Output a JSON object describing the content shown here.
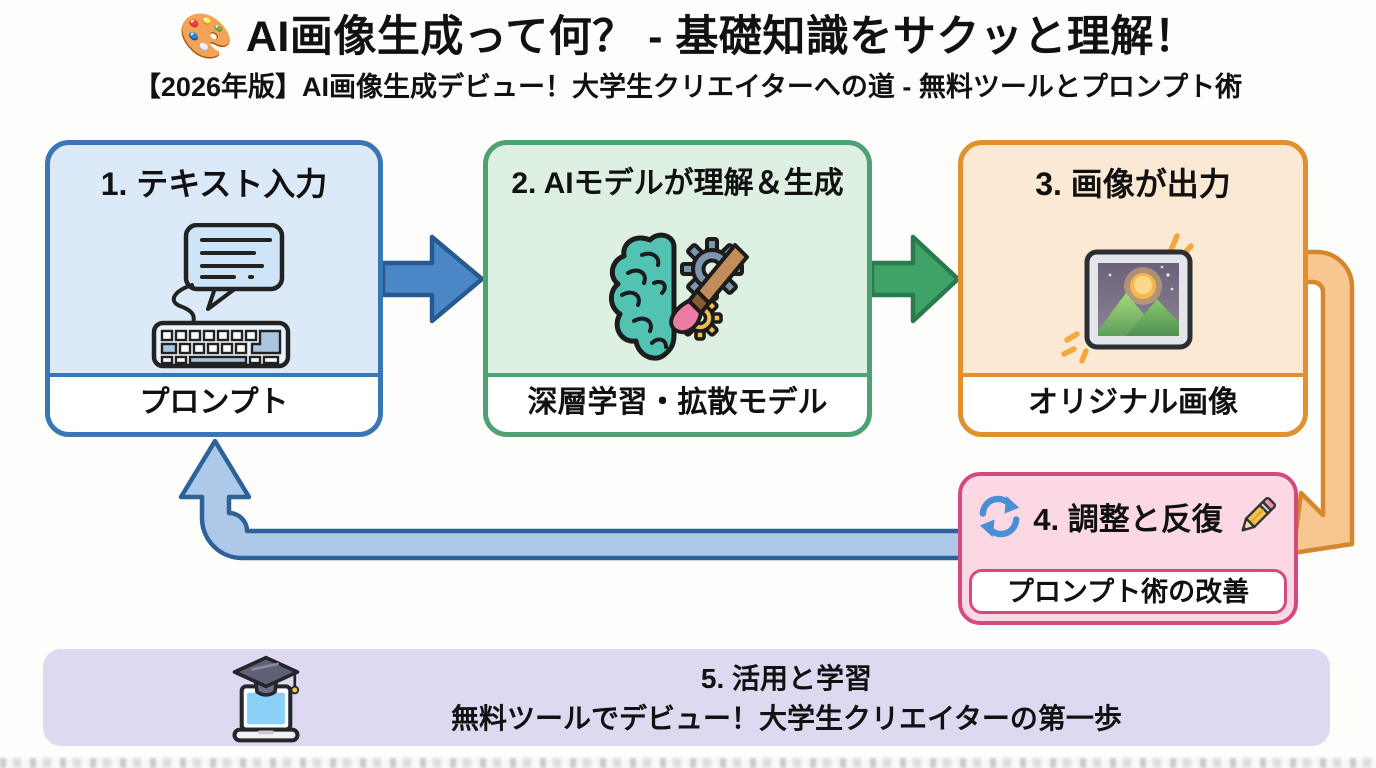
{
  "title": {
    "emoji": "🎨",
    "text": "AI画像生成って何？ - 基礎知識をサクッと理解！"
  },
  "subtitle": "【2026年版】AI画像生成デビュー！大学生クリエイターへの道 - 無料ツールとプロンプト術",
  "steps": [
    {
      "header": "1. テキスト入力",
      "label": "プロンプト",
      "icon": "keyboard-chat-icon",
      "fill": "#dce9f8",
      "border": "#3a76b4"
    },
    {
      "header": "2. AIモデルが理解＆生成",
      "label": "深層学習・拡散モデル",
      "icon": "brain-gears-brush-icon",
      "fill": "#def0e1",
      "border": "#4da173"
    },
    {
      "header": "3. 画像が出力",
      "label": "オリジナル画像",
      "icon": "framed-picture-icon",
      "fill": "#fce9d3",
      "border": "#e0902e"
    },
    {
      "header": "4. 調整と反復",
      "label": "プロンプト術の改善",
      "icon_left": "refresh-icon",
      "icon_right": "pencil-icon",
      "fill": "#fbd8e4",
      "border": "#d4497f"
    },
    {
      "header": "5. 活用と学習",
      "label": "無料ツールでデビュー！大学生クリエイターの第一歩",
      "icon": "laptop-graduation-icon",
      "fill": "#ded8f1"
    }
  ],
  "arrows": [
    {
      "name": "arrow-step1-to-step2",
      "fill": "#4b87c7",
      "stroke": "#275a8e"
    },
    {
      "name": "arrow-step2-to-step3",
      "fill": "#3fa368",
      "stroke": "#2b7a4d"
    },
    {
      "name": "arrow-step3-to-step4",
      "fill": "#f8c690",
      "stroke": "#d6862c"
    },
    {
      "name": "arrow-step4-to-step1",
      "fill": "#aec8ea",
      "stroke": "#2c6298"
    }
  ]
}
